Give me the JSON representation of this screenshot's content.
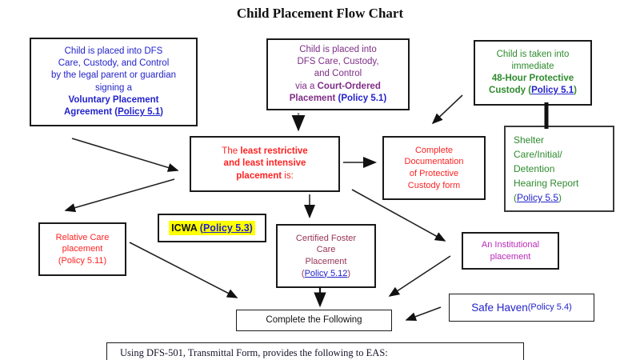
{
  "title": "Child Placement Flow Chart",
  "colors": {
    "blue_text": "#2323cb",
    "purple_text": "#7e2d87",
    "green_text": "#2e8b2e",
    "red_text": "#ff2222",
    "maroon_text": "#993355",
    "magenta_text": "#b829b8",
    "highlight_yellow": "#ffff00",
    "box_border": "#1a1a1a",
    "arrow": "#222222"
  },
  "boxes": {
    "voluntary": {
      "line1": "Child is placed into DFS",
      "line2": "Care, Custody, and Control",
      "line3": "by the legal parent or guardian",
      "line4": "signing a",
      "line5": "Voluntary Placement",
      "line6_pre": "Agreement (",
      "line6_link": "Policy 5.1",
      "line6_post": ")"
    },
    "court_ordered": {
      "line1": "Child is placed into",
      "line2": "DFS Care, Custody,",
      "line3": "and Control",
      "line4_pre": "via a ",
      "line4_bold": "Court-Ordered",
      "line5_bold": "Placement",
      "line5_link": " (Policy 5.1)"
    },
    "protective_custody": {
      "line1": "Child is taken into",
      "line2": "immediate",
      "line3": "48-Hour Protective",
      "line4_pre": "Custody (",
      "line4_link": "Policy 5.1",
      "line4_post": ")"
    },
    "shelter": {
      "line1": "Shelter",
      "line2": "Care/Initial/",
      "line3": "Detention",
      "line4": "Hearing Report",
      "line5_pre": "(",
      "line5_link": "Policy 5.5",
      "line5_post": ")"
    },
    "least_restrictive": {
      "seg1": "The ",
      "seg2": "least restrictive",
      "seg3": "and least intensive",
      "seg4": "placement",
      "seg5": " is:"
    },
    "documentation": {
      "line1": "Complete",
      "line2": "Documentation",
      "line3": "of Protective",
      "line4": "Custody form"
    },
    "relative": {
      "line1": "Relative Care",
      "line2": "placement",
      "line3": "(Policy 5.11)"
    },
    "icwa": {
      "label": "ICWA",
      "link_pre": " (",
      "link": "Policy 5.3",
      "link_post": ")"
    },
    "certified": {
      "line1": "Certified Foster",
      "line2": "Care",
      "line3": "Placement",
      "line4_pre": "(",
      "line4_link": "Policy 5.12",
      "line4_post": ")"
    },
    "institutional": {
      "line1": "An Institutional",
      "line2": "placement"
    },
    "complete_following": {
      "label": "Complete the Following"
    },
    "safe_haven": {
      "main": "Safe Haven",
      "policy": " (Policy 5.4)"
    },
    "transmittal": {
      "text": "Using DFS-501, Transmittal Form, provides the following to EAS:"
    }
  }
}
